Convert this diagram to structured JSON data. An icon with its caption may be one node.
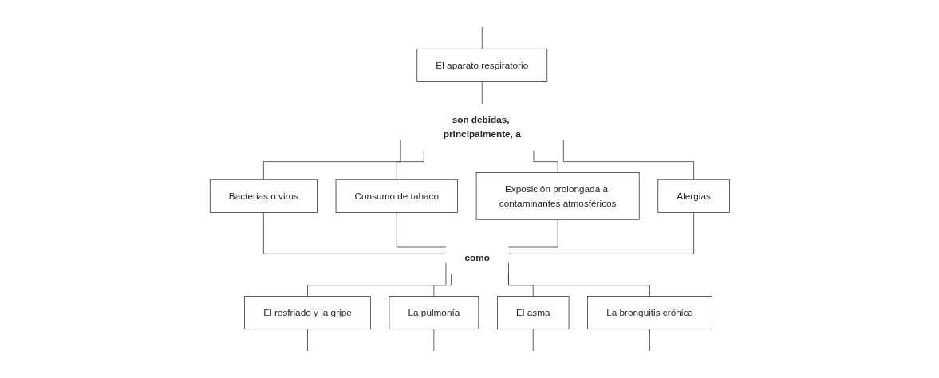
{
  "diagram": {
    "nodes": [
      {
        "text": [
          "El aparato respiratorio"
        ]
      },
      {
        "text": [
          "son debidas, principalmente, a"
        ]
      },
      {
        "text": [
          "Bacterias o virus"
        ]
      },
      {
        "text": [
          "Consumo de tabaco"
        ]
      },
      {
        "text": [
          "Exposición prolongada a contaminantes atmosféricos"
        ]
      },
      {
        "text": [
          "Alergias"
        ]
      },
      {
        "text": [
          "como"
        ]
      },
      {
        "text": [
          "El resfriado y la gripe"
        ]
      },
      {
        "text": [
          "La pulmonía"
        ]
      },
      {
        "text": [
          "El asma"
        ]
      },
      {
        "text": [
          "La bronquitis crónica"
        ]
      }
    ],
    "edges": [
      {
        "from": null,
        "to": 0,
        "arrow": "none"
      },
      {
        "from": 0,
        "to": 1,
        "arrow": "none"
      },
      {
        "from": 1,
        "to": 2,
        "arrow": "none"
      },
      {
        "from": 1,
        "to": 3,
        "arrow": "none"
      },
      {
        "from": 1,
        "to": 4,
        "arrow": "none"
      },
      {
        "from": 1,
        "to": 5,
        "arrow": "none"
      },
      {
        "from": 2,
        "to": 6,
        "arrow": "none"
      },
      {
        "from": 3,
        "to": 6,
        "arrow": "none"
      },
      {
        "from": 4,
        "to": 6,
        "arrow": "none"
      },
      {
        "from": 5,
        "to": 6,
        "arrow": "none"
      },
      {
        "from": 6,
        "to": 7,
        "arrow": "none"
      },
      {
        "from": 6,
        "to": 8,
        "arrow": "none"
      },
      {
        "from": 6,
        "to": 9,
        "arrow": "none"
      },
      {
        "from": 6,
        "to": 10,
        "arrow": "none"
      },
      {
        "from": 7,
        "to": null,
        "arrow": "none"
      },
      {
        "from": 8,
        "to": null,
        "arrow": "none"
      },
      {
        "from": 9,
        "to": null,
        "arrow": "none"
      },
      {
        "from": 10,
        "to": null,
        "arrow": "none"
      }
    ]
  }
}
